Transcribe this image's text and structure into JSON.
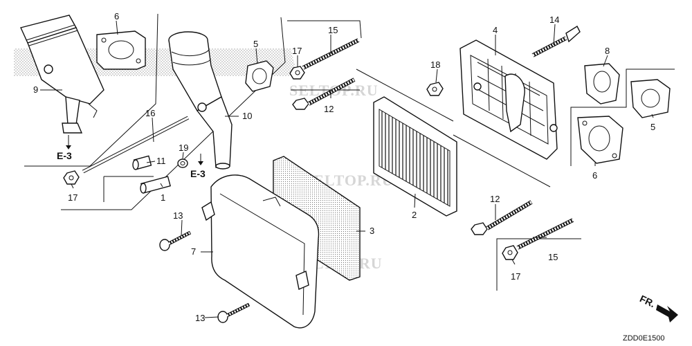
{
  "diagram": {
    "callouts": [
      "1",
      "2",
      "3",
      "4",
      "5",
      "5",
      "6",
      "6",
      "7",
      "8",
      "9",
      "10",
      "11",
      "12",
      "12",
      "13",
      "13",
      "14",
      "15",
      "15",
      "16",
      "17",
      "17",
      "17",
      "18",
      "19"
    ],
    "refs": [
      "E-3",
      "E-3"
    ],
    "watermarks": [
      "SELTOP.RU",
      "SELTOP.RU",
      "SELTOP.RU"
    ],
    "front_label": "FR.",
    "diagram_code": "ZDD0E1500"
  }
}
